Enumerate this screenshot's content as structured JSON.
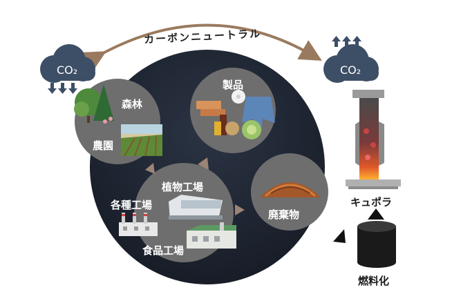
{
  "title_arc": "カーボンニュートラル",
  "clouds": {
    "left": {
      "text": "CO₂",
      "arrows": "down"
    },
    "right": {
      "text": "CO₂",
      "arrows": "up"
    }
  },
  "nodes": {
    "forest": "森林",
    "farm": "農園",
    "products": "製品",
    "plant_factory": "植物工場",
    "various_factories": "各種工場",
    "food_factory": "食品工場",
    "waste": "廃棄物",
    "cupola": "キュポラ",
    "fuel": "燃料化"
  },
  "colors": {
    "big_circle": "#1f2633",
    "node_circle": "#6e6e6e",
    "cloud": "#3d4f66",
    "arc_arrow": "#9a7a5e",
    "tri_arrow": "#9c8476"
  }
}
